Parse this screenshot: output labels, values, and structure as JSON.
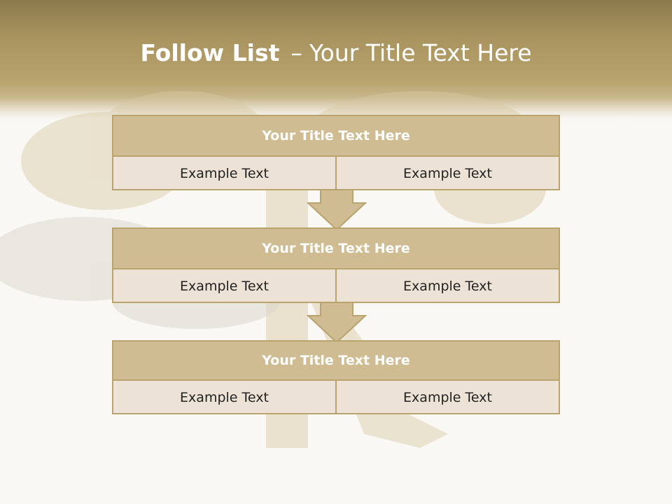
{
  "slide": {
    "title_bold": "Follow List",
    "title_sep": "–",
    "title_rest": "Your Title Text Here",
    "colors": {
      "header": "#b9a46f",
      "box_title_fill": "#cfbc92",
      "box_body_fill": "#ece3d6",
      "box_border": "#b9a36e",
      "arrow": "#cfbc92"
    }
  },
  "steps": [
    {
      "title": "Your Title Text Here",
      "left": "Example Text",
      "right": "Example Text"
    },
    {
      "title": "Your Title Text Here",
      "left": "Example Text",
      "right": "Example Text"
    },
    {
      "title": "Your Title Text Here",
      "left": "Example Text",
      "right": "Example Text"
    }
  ]
}
